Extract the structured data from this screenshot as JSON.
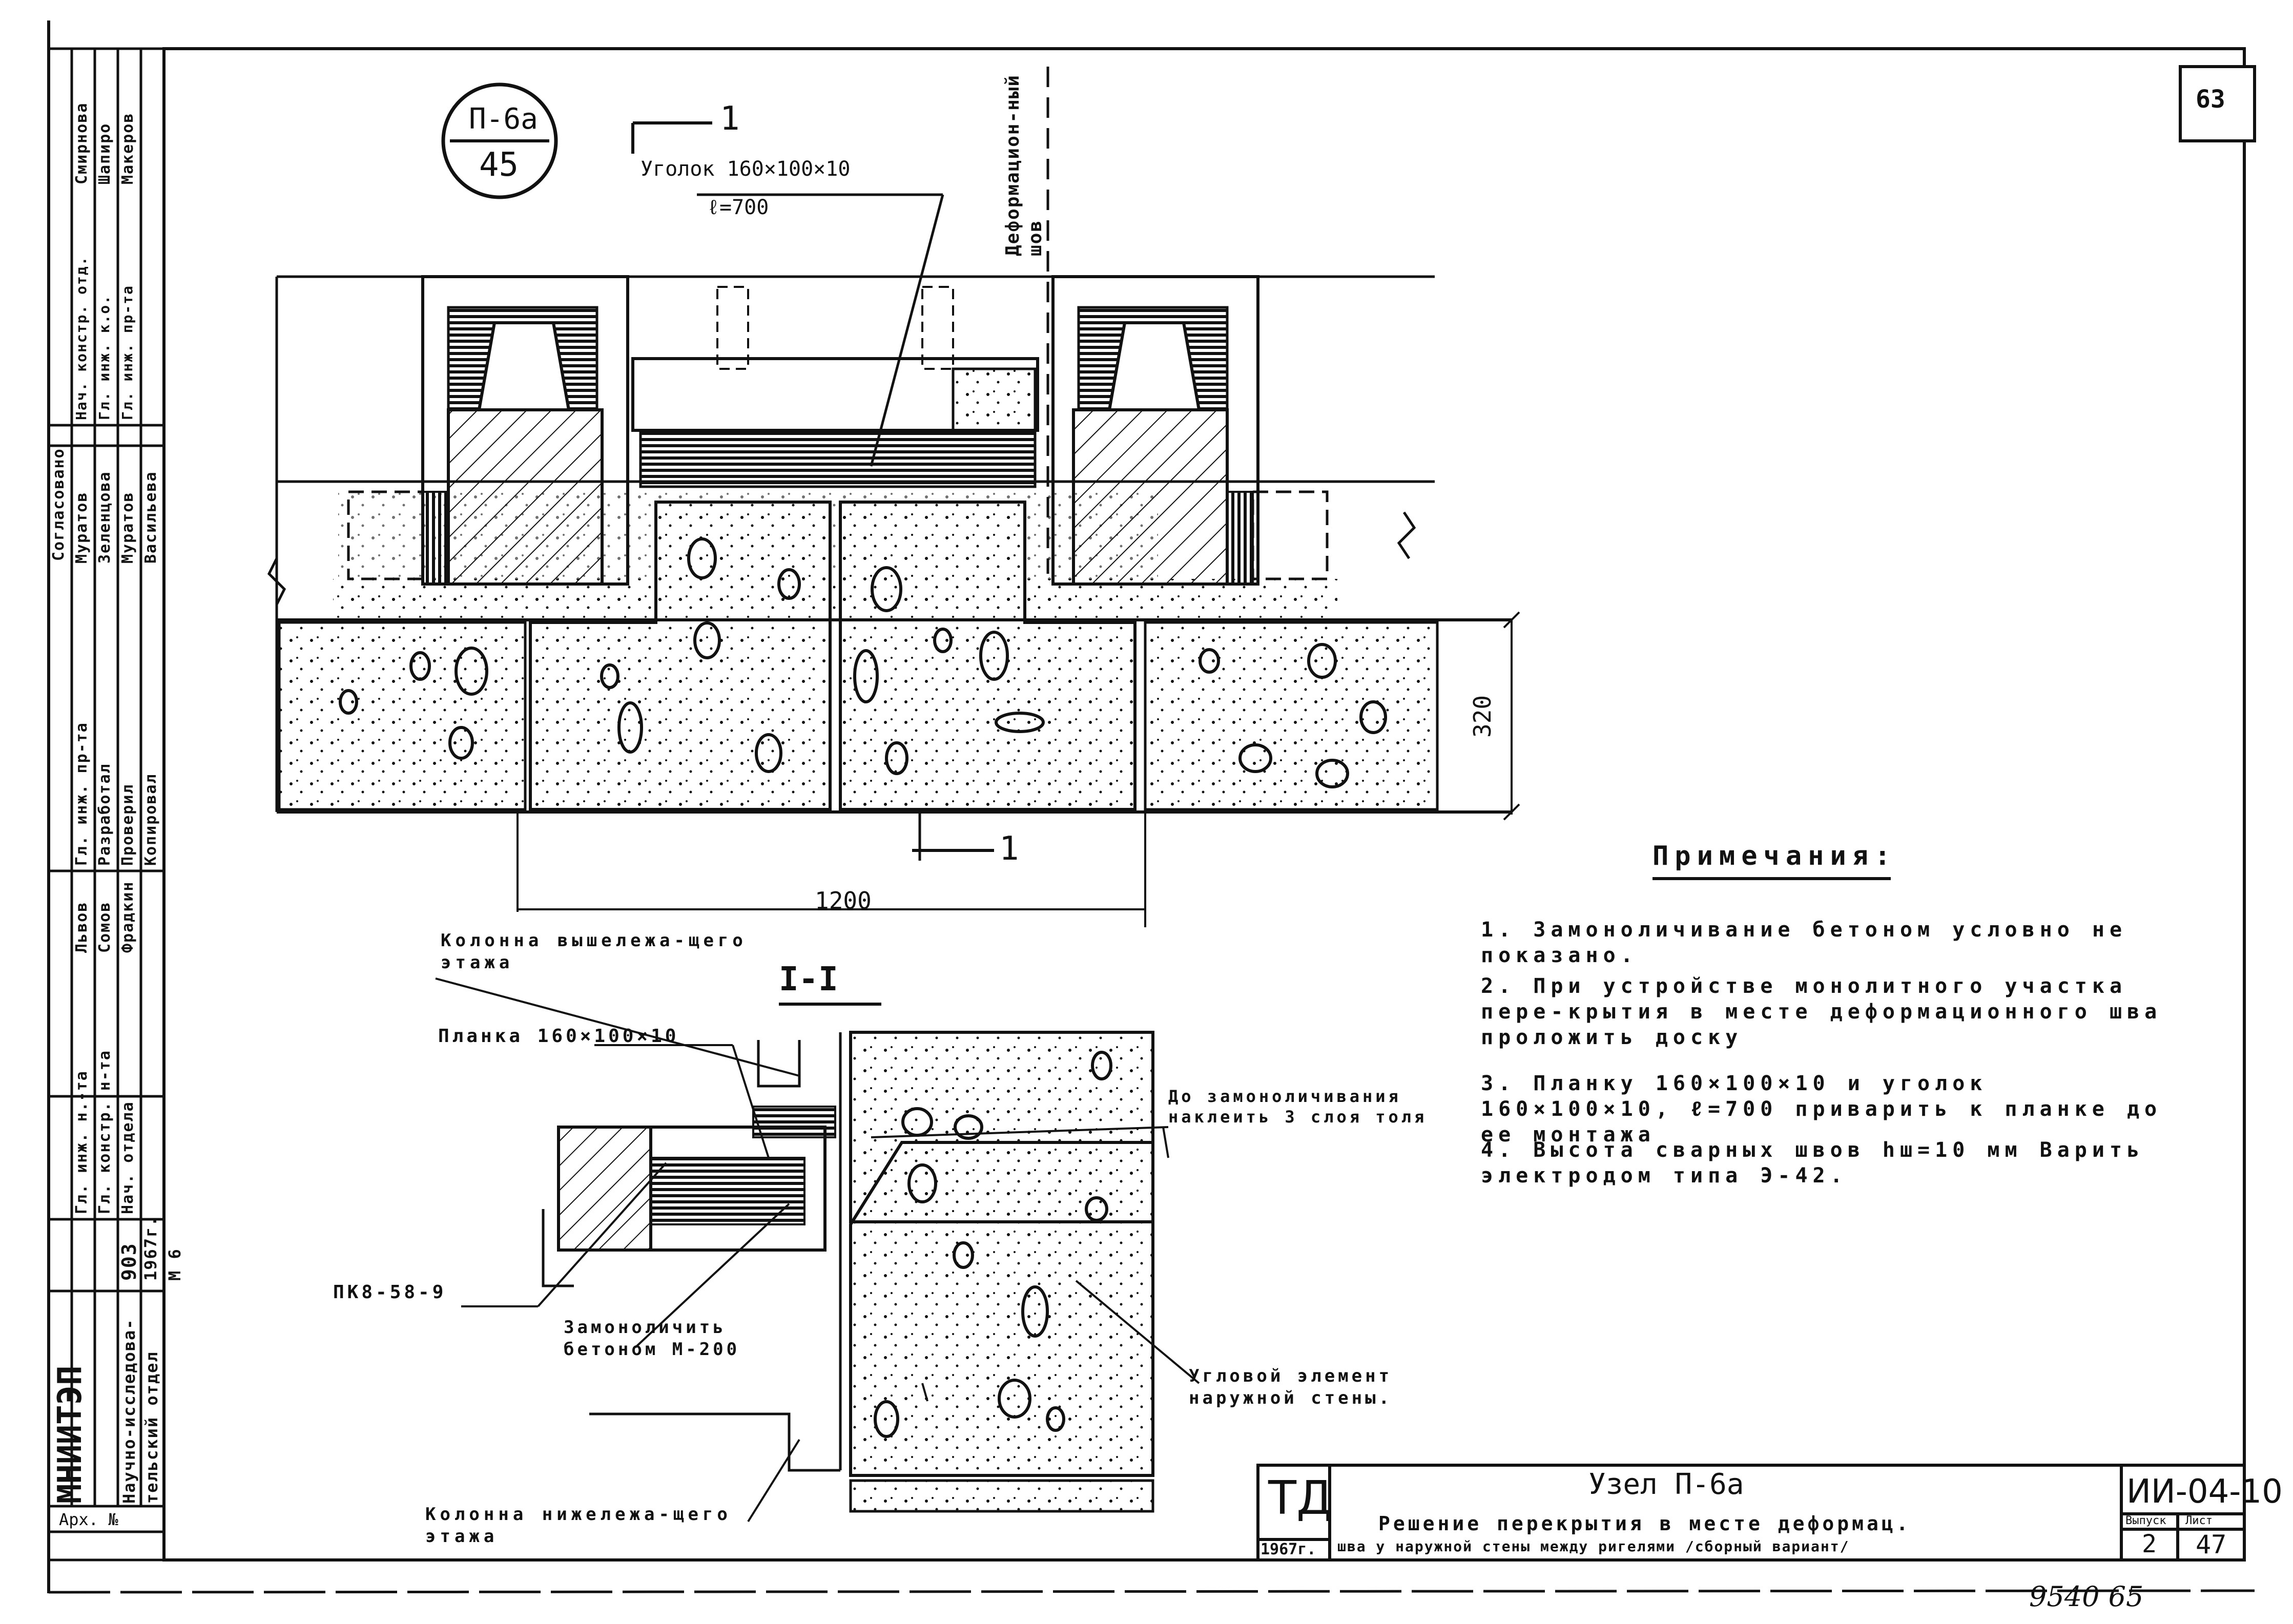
{
  "sheet": {
    "page_number": "63",
    "handwritten_number": "9540 65"
  },
  "node_marker": {
    "top": "П-6а",
    "bottom": "45"
  },
  "plan": {
    "section_mark": "1",
    "angle_label": "Уголок 160×100×10",
    "angle_length": "ℓ=700",
    "joint_label": "Деформацион-ный шов",
    "dim_height": "320",
    "dim_width": "1200"
  },
  "section": {
    "title": "I-I",
    "column_upper": "Колонна вышележа-щего этажа",
    "plate_label": "Планка 160×100×10",
    "panel_label": "ПК8-58-9",
    "monolith_label": "Замоноличить бетоном М-200",
    "tar_note": "До замоноличивания наклеить 3 слоя толя",
    "corner_element": "Угловой элемент наружной стены.",
    "column_lower": "Колонна нижележа-щего этажа"
  },
  "notes": {
    "title": "Примечания:",
    "items": [
      "1. Замоноличивание бетоном условно не показано.",
      "2. При устройстве монолитного участка пере-крытия в месте деформационного шва проложить доску",
      "3. Планку 160×100×10 и уголок 160×100×10, ℓ=700 приварить к планке до ее монтажа",
      "4. Высота сварных швов hш=10 мм Варить электродом типа Э-42."
    ]
  },
  "title_block": {
    "series": "ТД",
    "year": "1967г.",
    "node_title": "Узел П-6а",
    "description_1": "Решение перекрытия в месте деформац.",
    "description_2": "шва у наружной стены между ригелями /сборный вариант/",
    "code": "ИИ-04-10",
    "issue_label": "Выпуск",
    "issue_value": "2",
    "sheet_label": "Лист",
    "sheet_value": "47"
  },
  "side_stamp": {
    "org": "МНИИТЭП",
    "org_sub": "Научно-исследова-тельский отдел",
    "code_1": "903",
    "code_2": "1967г.",
    "code_3": "М 6",
    "arch": "Арх. №",
    "roles": [
      "Гл. инж. н.-та",
      "Гл. констр. н-та",
      "Нач. отдела",
      "Гл. инж. пр-та",
      "Разработал",
      "Проверил",
      "Копировал"
    ],
    "names": [
      "Львов",
      "Сомов",
      "Фрадкин",
      "Муратов",
      "Зеленцова",
      "Муратов",
      "Васильева"
    ],
    "roles_top": [
      "Нач. констр. отд.",
      "Гл. инж. к.о.",
      "Гл. инж. пр-та"
    ],
    "names_top": [
      "Смирнова",
      "Шапиро",
      "Макеров"
    ],
    "agreed": "Согласовано"
  }
}
